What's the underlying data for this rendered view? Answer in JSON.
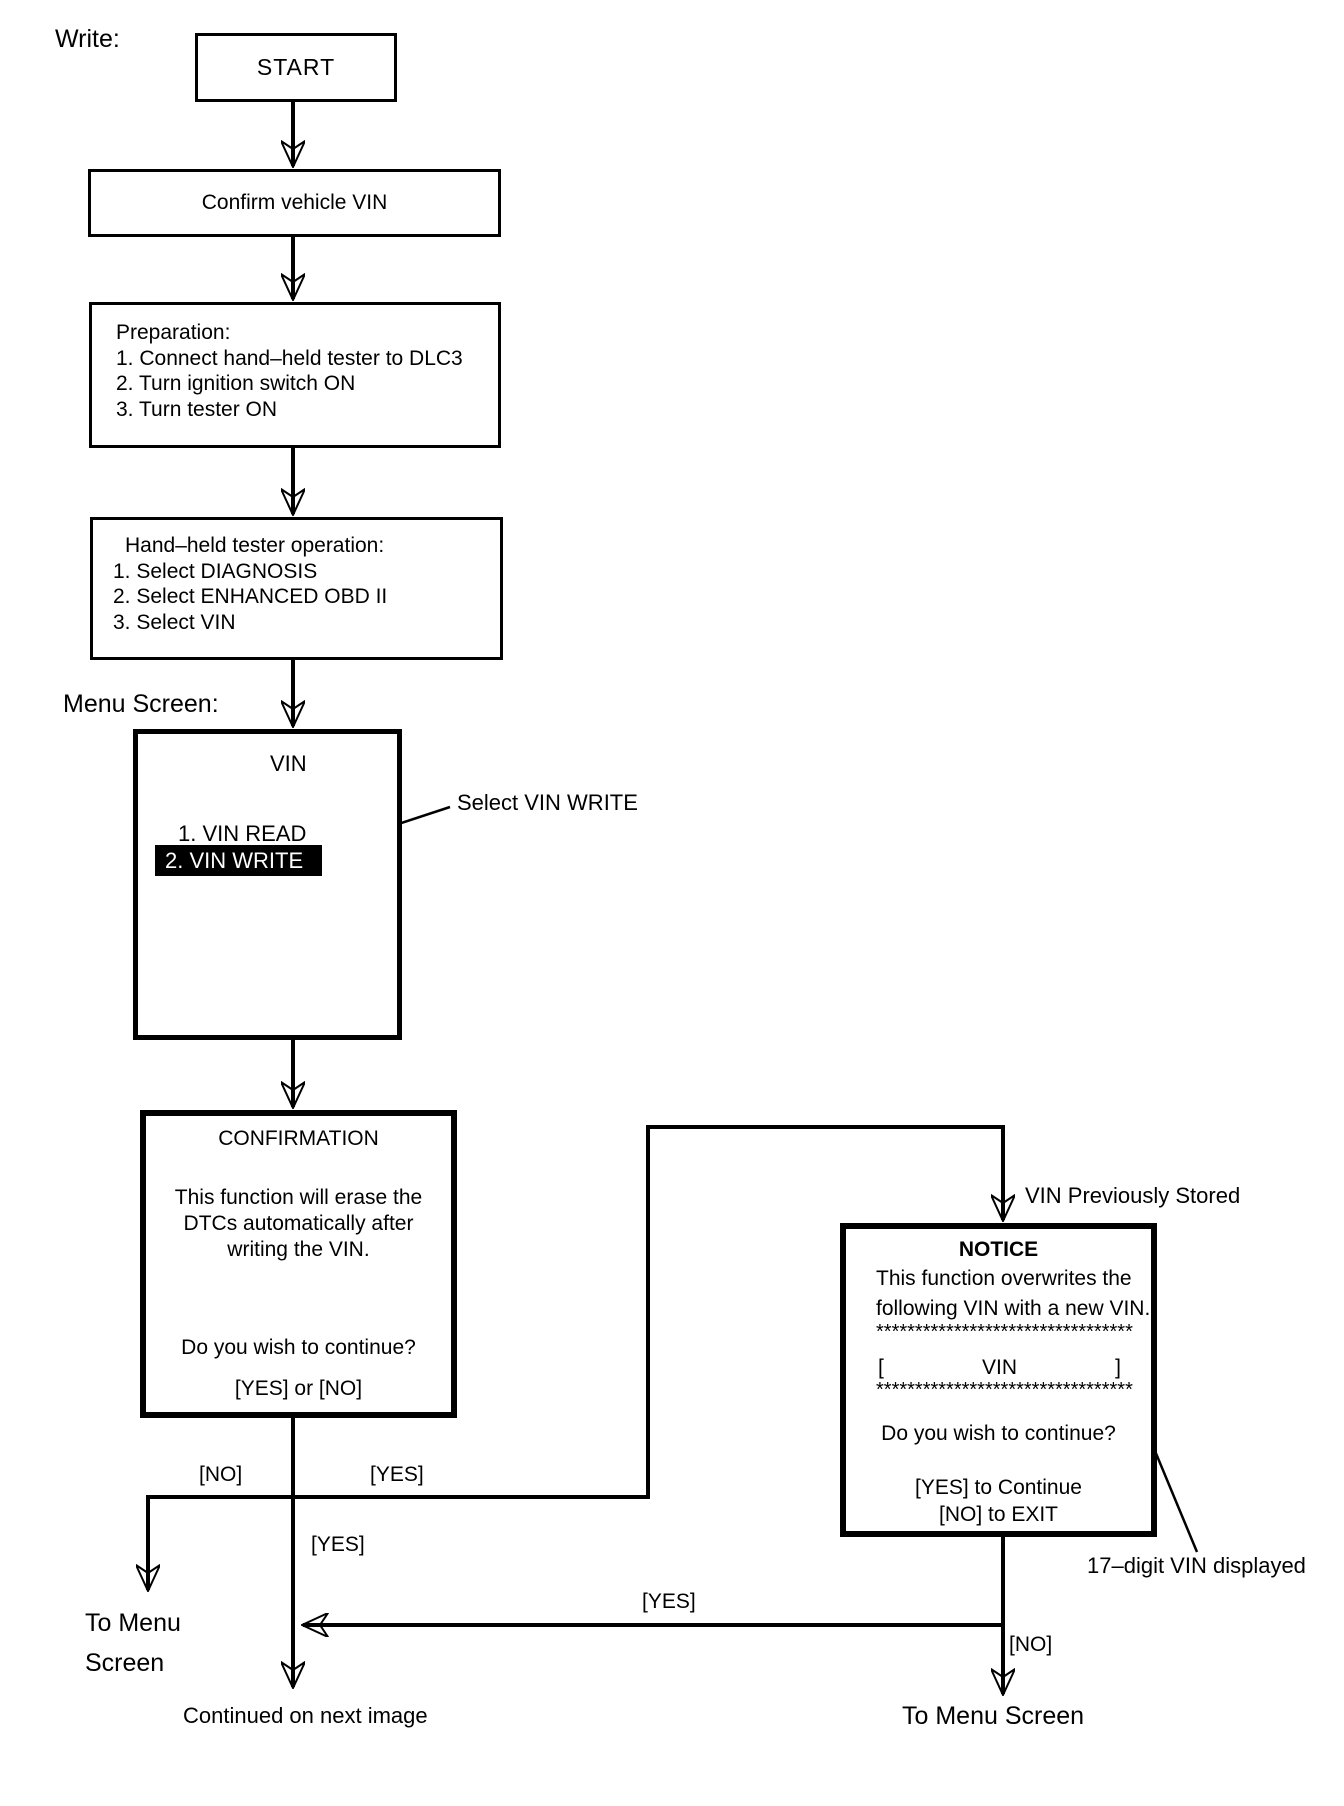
{
  "labels": {
    "write": "Write:",
    "menu_screen": "Menu Screen:",
    "select_vin_write": "Select VIN WRITE",
    "vin_previously_stored": "VIN Previously Stored",
    "no_left": "[NO]",
    "yes_right": "[YES]",
    "yes_center": "[YES]",
    "yes_return": "[YES]",
    "no_notice": "[NO]",
    "to_menu_line1": "To Menu",
    "to_menu_line2": "Screen",
    "continued": "Continued on next image",
    "to_menu_screen": "To Menu Screen",
    "seventeen_digit": "17–digit VIN displayed"
  },
  "nodes": {
    "start": {
      "label": "START"
    },
    "confirm_vin": {
      "label": "Confirm vehicle VIN"
    },
    "preparation": {
      "title": "Preparation:",
      "steps": [
        "1. Connect hand–held tester to DLC3",
        "2. Turn ignition switch ON",
        "3. Turn tester ON"
      ]
    },
    "tester_operation": {
      "title": "Hand–held tester operation:",
      "steps": [
        "1. Select DIAGNOSIS",
        "2. Select ENHANCED OBD II",
        "3. Select VIN"
      ]
    },
    "vin_menu": {
      "title": "VIN",
      "item_read": "1. VIN READ",
      "item_write": "2. VIN WRITE"
    },
    "confirmation": {
      "title": "CONFIRMATION",
      "body": [
        "This function will erase the",
        "DTCs automatically after",
        "writing the VIN."
      ],
      "question": "Do you wish to continue?",
      "options": "[YES] or [NO]"
    },
    "notice": {
      "title": "NOTICE",
      "body": [
        "This function overwrites the",
        "following VIN with a new VIN."
      ],
      "stars": "*********************************",
      "vin_open": "[",
      "vin_label": "VIN",
      "vin_close": "]",
      "question": "Do you wish to continue?",
      "yes_line": "[YES] to Continue",
      "no_line": "[NO] to EXIT"
    }
  },
  "colors": {
    "ink": "#000000",
    "paper": "#ffffff",
    "highlight_bg": "#000000",
    "highlight_text": "#ffffff"
  }
}
